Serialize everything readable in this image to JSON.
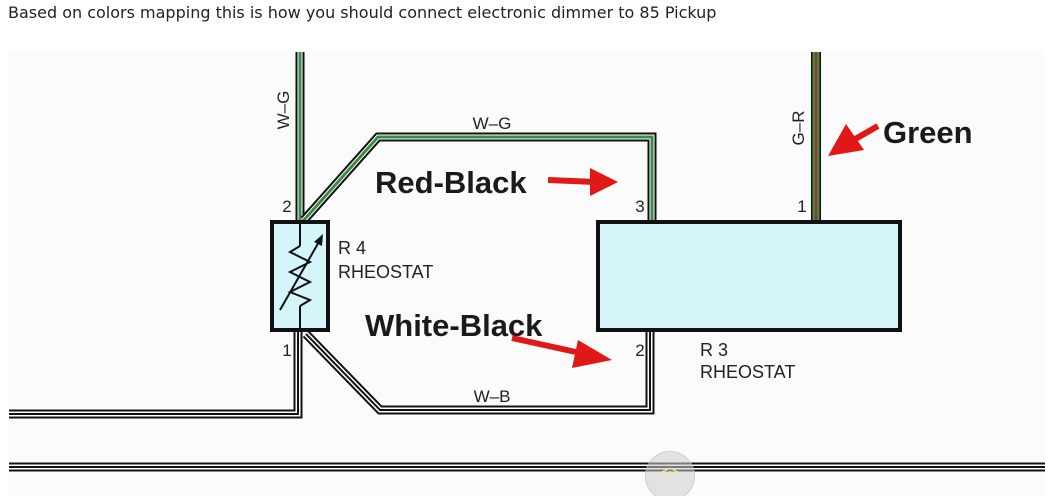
{
  "caption": "Based on colors mapping this is how you should connect electronic dimmer to 85 Pickup",
  "wire_labels": {
    "left_vertical": "W–G",
    "top_loop": "W–G",
    "bottom_loop": "W–B",
    "right_vertical": "G–R"
  },
  "pins": {
    "r4_top": "2",
    "r4_bottom": "1",
    "r3_pin3": "3",
    "r3_pin2": "2",
    "r3_pin1": "1"
  },
  "components": {
    "r4": {
      "ref": "R 4",
      "type": "RHEOSTAT"
    },
    "r3": {
      "ref": "R 3",
      "type": "RHEOSTAT"
    }
  },
  "annotations": {
    "red_black": "Red-Black",
    "white_black": "White-Black",
    "green": "Green"
  },
  "colors": {
    "wire_green": "#3b8a48",
    "wire_red": "#c0202a",
    "wire_black": "#111111",
    "component_fill": "#d4f6fb",
    "arrow": "#e01818"
  },
  "scroll_top_icon": "double-chevron-up-icon"
}
